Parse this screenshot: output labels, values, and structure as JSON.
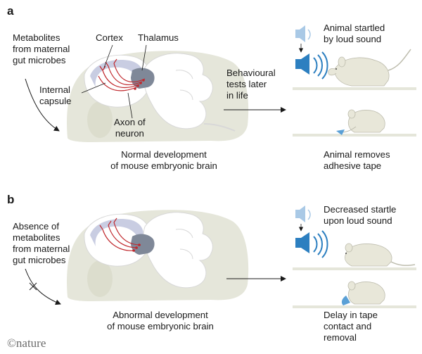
{
  "panel_a": {
    "letter": "a",
    "metabolites": [
      "Metabolites",
      "from maternal",
      "gut microbes"
    ],
    "cortex": "Cortex",
    "thalamus": "Thalamus",
    "internal_capsule": [
      "Internal",
      "capsule"
    ],
    "axon": [
      "Axon of",
      "neuron"
    ],
    "caption": [
      "Normal development",
      "of mouse embryonic brain"
    ],
    "behaviour": [
      "Behavioural",
      "tests later",
      "in life"
    ],
    "startle": [
      "Animal startled",
      "by loud sound"
    ],
    "tape": [
      "Animal removes",
      "adhesive tape"
    ]
  },
  "panel_b": {
    "letter": "b",
    "metabolites": [
      "Absence of",
      "metabolites",
      "from maternal",
      "gut microbes"
    ],
    "caption": [
      "Abnormal development",
      "of mouse embryonic brain"
    ],
    "startle": [
      "Decreased startle",
      "upon loud sound"
    ],
    "tape": [
      "Delay in tape",
      "contact and",
      "removal"
    ]
  },
  "credit": "©nature",
  "colors": {
    "embryo": "#e5e6da",
    "brain": "#ffffff",
    "cortex": "#c9cde2",
    "thalamus": "#7f8898",
    "axon": "#c0282d",
    "speaker": "#2c7fc0",
    "speaker_light": "#a9c9e6",
    "tape": "#5aa0d6",
    "mouse": "#e8e7d9"
  }
}
